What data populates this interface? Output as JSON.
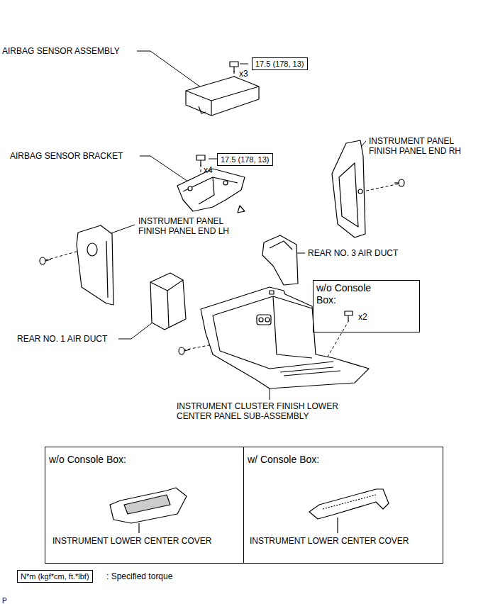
{
  "diagram": {
    "nodes": [
      {
        "text": [
          "17.5 (178, 13)"
        ]
      },
      {
        "text": [
          "17.5 (178, 13)"
        ]
      },
      {
        "text": [
          "w/o Console Box:",
          "x2"
        ]
      },
      {
        "text": [
          "w/o Console Box:",
          "INSTRUMENT LOWER CENTER COVER"
        ]
      },
      {
        "text": [
          "w/ Console Box:",
          "INSTRUMENT LOWER CENTER COVER"
        ]
      },
      {
        "text": [
          "N*m (kgf*cm, ft.*lbf)"
        ]
      }
    ],
    "labels": [
      "AIRBAG SENSOR ASSEMBLY",
      "x3",
      "AIRBAG SENSOR BRACKET",
      "x4",
      "INSTRUMENT PANEL FINISH PANEL END RH",
      "INSTRUMENT PANEL FINISH PANEL END LH",
      "REAR NO. 3 AIR DUCT",
      "REAR NO. 1 AIR DUCT",
      "INSTRUMENT CLUSTER FINISH LOWER CENTER PANEL SUB-ASSEMBLY",
      ": Specified torque",
      "P"
    ]
  }
}
